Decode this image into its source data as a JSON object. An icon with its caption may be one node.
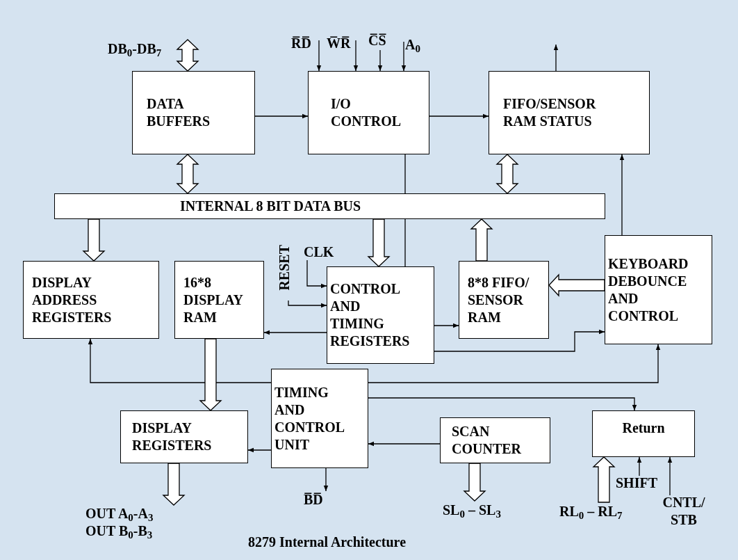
{
  "diagram": {
    "caption": "8279 Internal Architecture",
    "nodes": [
      {
        "text": [
          "DATA BUFFERS"
        ]
      },
      {
        "text": [
          "I/O CONTROL"
        ]
      },
      {
        "text": [
          "FIFO/SENSOR RAM STATUS"
        ]
      },
      {
        "text": [
          "INTERNAL 8 BIT DATA BUS"
        ]
      },
      {
        "text": [
          "DISPLAY ADDRESS REGISTERS"
        ]
      },
      {
        "text": [
          "16*8 DISPLAY RAM"
        ]
      },
      {
        "text": [
          "CONTROL AND TIMING REGISTERS"
        ]
      },
      {
        "text": [
          "8*8 FIFO/ SENSOR RAM"
        ]
      },
      {
        "text": [
          "KEYBOARD DEBOUNCE AND CONTROL"
        ]
      },
      {
        "text": [
          "TIMING AND CONTROL UNIT"
        ]
      },
      {
        "text": [
          "DISPLAY REGISTERS"
        ]
      },
      {
        "text": [
          "SCAN COUNTER"
        ]
      },
      {
        "text": [
          "Return"
        ]
      },
      {
        "text": [
          "OUT A$_{0}$-A$_{3}$",
          "OUT B$_{0}$-B$_{3}$"
        ]
      }
    ],
    "edges": [
      {
        "from": null,
        "to": 0,
        "arrow": "both",
        "style": "thick",
        "label": "DB$_{0}$-DB$_{7}$"
      },
      {
        "from": 0,
        "to": 1,
        "arrow": "to"
      },
      {
        "from": 1,
        "to": 2,
        "arrow": "to"
      },
      {
        "from": 2,
        "to": null,
        "arrow": "to"
      },
      {
        "from": null,
        "to": 1,
        "arrow": "to",
        "label": "R̅D̅"
      },
      {
        "from": null,
        "to": 1,
        "arrow": "to",
        "label": "W̅R̅"
      },
      {
        "from": null,
        "to": 1,
        "arrow": "to",
        "label": "C̅S̅"
      },
      {
        "from": null,
        "to": 1,
        "arrow": "to",
        "label": "A$_{0}$"
      },
      {
        "from": 0,
        "to": 3,
        "arrow": "both",
        "style": "thick"
      },
      {
        "from": 1,
        "to": 3,
        "arrow": "none"
      },
      {
        "from": 2,
        "to": 3,
        "arrow": "both",
        "style": "thick"
      },
      {
        "from": 3,
        "to": 4,
        "arrow": "to",
        "style": "thick"
      },
      {
        "from": 3,
        "to": 6,
        "arrow": "to",
        "style": "thick"
      },
      {
        "from": 7,
        "to": 3,
        "arrow": "to",
        "style": "thick"
      },
      {
        "from": 8,
        "to": 2,
        "arrow": "to"
      },
      {
        "from": 8,
        "to": 7,
        "arrow": "to",
        "style": "thick"
      },
      {
        "from": null,
        "to": 6,
        "arrow": "to",
        "label": "RESET"
      },
      {
        "from": null,
        "to": 6,
        "arrow": "to",
        "label": "CLK"
      },
      {
        "from": 6,
        "to": 5,
        "arrow": "to"
      },
      {
        "from": 6,
        "to": 7,
        "arrow": "to"
      },
      {
        "from": 6,
        "to": 8,
        "arrow": "to"
      },
      {
        "from": 9,
        "to": 4,
        "arrow": "to"
      },
      {
        "from": 9,
        "to": 8,
        "arrow": "to"
      },
      {
        "from": 9,
        "to": 12,
        "arrow": "to"
      },
      {
        "from": 5,
        "to": 10,
        "arrow": "to",
        "style": "thick"
      },
      {
        "from": 9,
        "to": 10,
        "arrow": "to"
      },
      {
        "from": 11,
        "to": 9,
        "arrow": "to"
      },
      {
        "from": 9,
        "to": null,
        "arrow": "to",
        "label": "B̅D̅"
      },
      {
        "from": 10,
        "to": 13,
        "arrow": "to",
        "style": "thick"
      },
      {
        "from": 11,
        "to": null,
        "arrow": "to",
        "style": "thick",
        "label": "SL$_{0}$ – SL$_{3}$"
      },
      {
        "from": null,
        "to": 12,
        "arrow": "to",
        "style": "thick",
        "label": "RL$_{0}$ – RL$_{7}$"
      },
      {
        "from": null,
        "to": 12,
        "arrow": "to",
        "label": "SHIFT"
      },
      {
        "from": null,
        "to": 12,
        "arrow": "to",
        "label": "CNTL/ STB"
      },
      {
        "from": 3,
        "to": 6,
        "arrow": "none"
      }
    ]
  }
}
